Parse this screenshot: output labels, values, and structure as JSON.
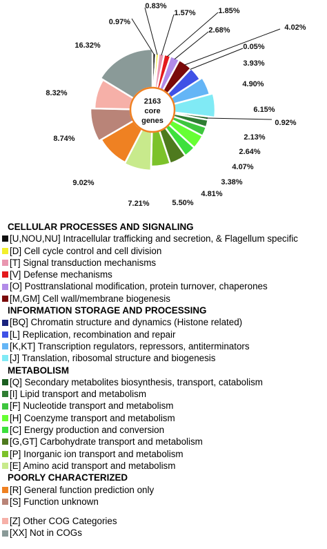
{
  "chart_data": {
    "type": "pie",
    "center_label": [
      "2163",
      "core",
      "genes"
    ],
    "slices": [
      {
        "label": "0.97%",
        "value": 0.97,
        "color": "#111111"
      },
      {
        "label": "0.83%",
        "value": 0.83,
        "color": "#f2ef2c"
      },
      {
        "label": "1.57%",
        "value": 1.57,
        "color": "#e996b0"
      },
      {
        "label": "1.85%",
        "value": 1.85,
        "color": "#e41a1c"
      },
      {
        "label": "2.68%",
        "value": 2.68,
        "color": "#b28be8"
      },
      {
        "label": "4.02%",
        "value": 4.02,
        "color": "#7a0a0a"
      },
      {
        "label": "0.05%",
        "value": 0.05,
        "color": "#1a237e"
      },
      {
        "label": "3.93%",
        "value": 3.93,
        "color": "#3f51e6"
      },
      {
        "label": "4.90%",
        "value": 4.9,
        "color": "#64b5f6"
      },
      {
        "label": "6.15%",
        "value": 6.15,
        "color": "#80eaf5"
      },
      {
        "label": "0.92%",
        "value": 0.92,
        "color": "#1b5e20"
      },
      {
        "label": "2.13%",
        "value": 2.13,
        "color": "#2e7d32"
      },
      {
        "label": "2.64%",
        "value": 2.64,
        "color": "#3ec63e"
      },
      {
        "label": "4.07%",
        "value": 4.07,
        "color": "#66ff33"
      },
      {
        "label": "3.38%",
        "value": 3.38,
        "color": "#3de03d"
      },
      {
        "label": "4.81%",
        "value": 4.81,
        "color": "#4e7a1e"
      },
      {
        "label": "5.50%",
        "value": 5.5,
        "color": "#7cc22a"
      },
      {
        "label": "7.21%",
        "value": 7.21,
        "color": "#c8ea8c"
      },
      {
        "label": "9.02%",
        "value": 9.02,
        "color": "#ef8122"
      },
      {
        "label": "8.74%",
        "value": 8.74,
        "color": "#b98478"
      },
      {
        "label": "8.32%",
        "value": 8.32,
        "color": "#f6b0a8"
      },
      {
        "label": "16.32%",
        "value": 16.32,
        "color": "#8a9a98"
      }
    ]
  },
  "legend": [
    {
      "type": "header",
      "text": "CELLULAR PROCESSES AND SIGNALING"
    },
    {
      "type": "item",
      "text": "[U,NOU,NU] Intracellular trafficking and secretion, & Flagellum specific",
      "color": "#111111"
    },
    {
      "type": "item",
      "text": "[D] Cell cycle control and cell division",
      "color": "#f2ef2c"
    },
    {
      "type": "item",
      "text": "[T] Signal transduction mechanisms",
      "color": "#e996b0"
    },
    {
      "type": "item",
      "text": "[V] Defense mechanisms",
      "color": "#e41a1c"
    },
    {
      "type": "item",
      "text": "[O] Posttranslational modification, protein turnover, chaperones",
      "color": "#b28be8"
    },
    {
      "type": "item",
      "text": "[M,GM] Cell wall/membrane biogenesis",
      "color": "#7a0a0a"
    },
    {
      "type": "header",
      "text": "INFORMATION STORAGE AND PROCESSING"
    },
    {
      "type": "item",
      "text": "[BQ] Chromatin structure and dynamics (Histone related)",
      "color": "#1a237e"
    },
    {
      "type": "item",
      "text": "[L] Replication, recombination and repair",
      "color": "#3f51e6"
    },
    {
      "type": "item",
      "text": "[K,KT] Transcription regulators, repressors, antiterminators",
      "color": "#64b5f6"
    },
    {
      "type": "item",
      "text": "[J] Translation, ribosomal structure and biogenesis",
      "color": "#80eaf5"
    },
    {
      "type": "header",
      "text": "METABOLISM"
    },
    {
      "type": "item",
      "text": "[Q] Secondary metabolites biosynthesis, transport, catabolism",
      "color": "#1b5e20"
    },
    {
      "type": "item",
      "text": "[I] Lipid transport and metabolism",
      "color": "#2e7d32"
    },
    {
      "type": "item",
      "text": "[F] Nucleotide transport and metabolism",
      "color": "#3ec63e"
    },
    {
      "type": "item",
      "text": "[H] Coenzyme transport and metabolism",
      "color": "#66ff33"
    },
    {
      "type": "item",
      "text": "[C] Energy production and conversion",
      "color": "#3de03d"
    },
    {
      "type": "item",
      "text": "[G,GT] Carbohydrate transport and metabolism",
      "color": "#4e7a1e"
    },
    {
      "type": "item",
      "text": "[P] Inorganic ion transport and metabolism",
      "color": "#7cc22a"
    },
    {
      "type": "item",
      "text": "[E] Amino acid transport and metabolism",
      "color": "#c8ea8c"
    },
    {
      "type": "header",
      "text": "POORLY CHARACTERIZED"
    },
    {
      "type": "item",
      "text": "[R] General function prediction only",
      "color": "#ef8122"
    },
    {
      "type": "item",
      "text": "[S] Function unknown",
      "color": "#b98478"
    },
    {
      "type": "gap"
    },
    {
      "type": "item",
      "text": "[Z] Other COG Categories",
      "color": "#f6b0a8"
    },
    {
      "type": "item",
      "text": "[XX] Not in COGs",
      "color": "#8a9a98"
    }
  ]
}
